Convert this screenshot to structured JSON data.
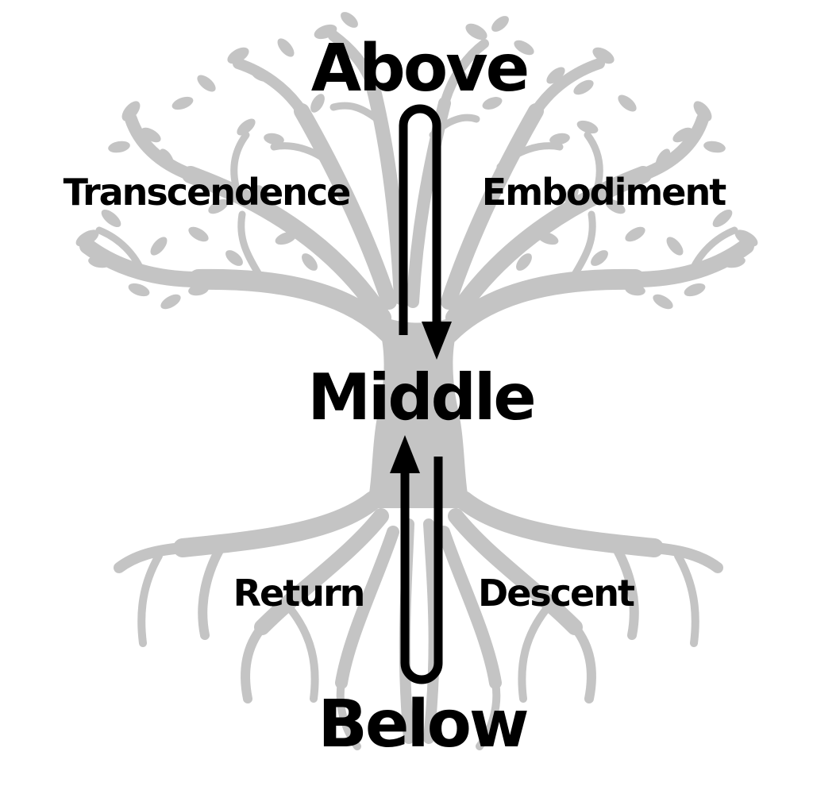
{
  "colors": {
    "tree": "#c4c4c4",
    "ink": "#000000",
    "background": "#ffffff"
  },
  "icons": {
    "tree": "tree-of-life-icon"
  },
  "labels": {
    "top": "Above",
    "center": "Middle",
    "bottom": "Below",
    "upper_left": "Transcendence",
    "upper_right": "Embodiment",
    "lower_left": "Return",
    "lower_right": "Descent"
  }
}
